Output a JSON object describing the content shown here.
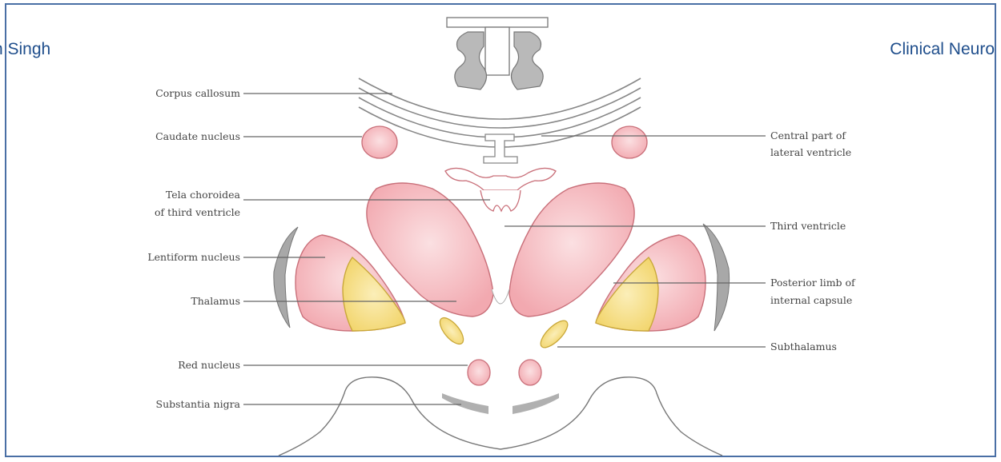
{
  "header": {
    "left_text": "n Singh",
    "right_text": "Clinical Neuro"
  },
  "labels": {
    "corpus_callosum": "Corpus callosum",
    "caudate_nucleus": "Caudate nucleus",
    "tela_choroidea_1": "Tela choroidea",
    "tela_choroidea_2": "of third ventricle",
    "lentiform_nucleus": "Lentiform nucleus",
    "thalamus": "Thalamus",
    "red_nucleus": "Red nucleus",
    "substantia_nigra": "Substantia nigra",
    "central_part_1": "Central part of",
    "central_part_2": "lateral ventricle",
    "third_ventricle": "Third ventricle",
    "posterior_limb_1": "Posterior limb of",
    "posterior_limb_2": "internal capsule",
    "subthalamus": "Subthalamus"
  },
  "colors": {
    "pink_fill": "#f5b8bd",
    "pink_stroke": "#c9707a",
    "yellow_fill": "#f7e08a",
    "yellow_stroke": "#c9a83a",
    "gray_fill": "#bdbdbd",
    "header_text": "#1f4e8c",
    "frame_border": "#4a6fa5"
  }
}
